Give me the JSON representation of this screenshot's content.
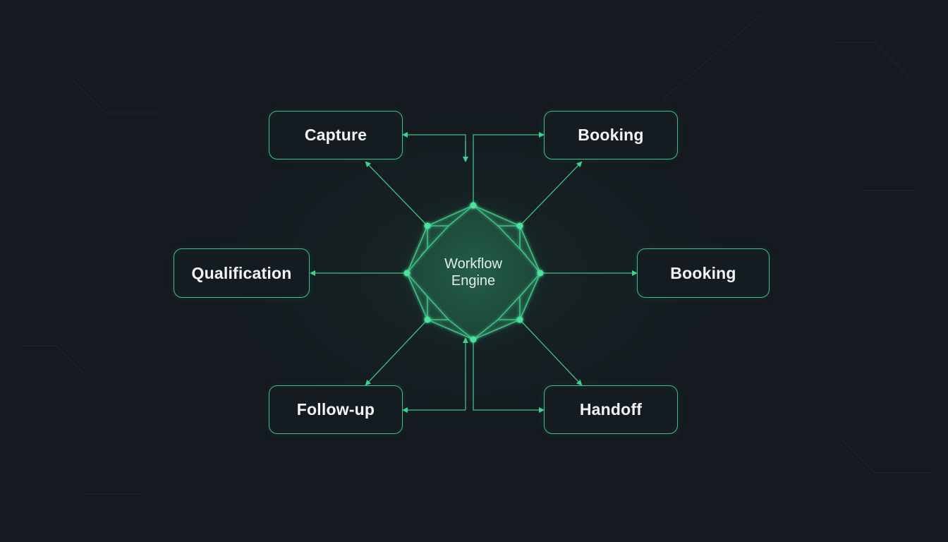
{
  "diagram": {
    "center": {
      "line1": "Workflow",
      "line2": "Engine"
    },
    "nodes": {
      "capture": "Capture",
      "booking_top": "Booking",
      "qualification": "Qualification",
      "booking_right": "Booking",
      "follow_up": "Follow-up",
      "handoff": "Handoff"
    },
    "colors": {
      "accent": "#3fbf87",
      "background": "#141a20",
      "text": "#f2f5f4"
    }
  }
}
